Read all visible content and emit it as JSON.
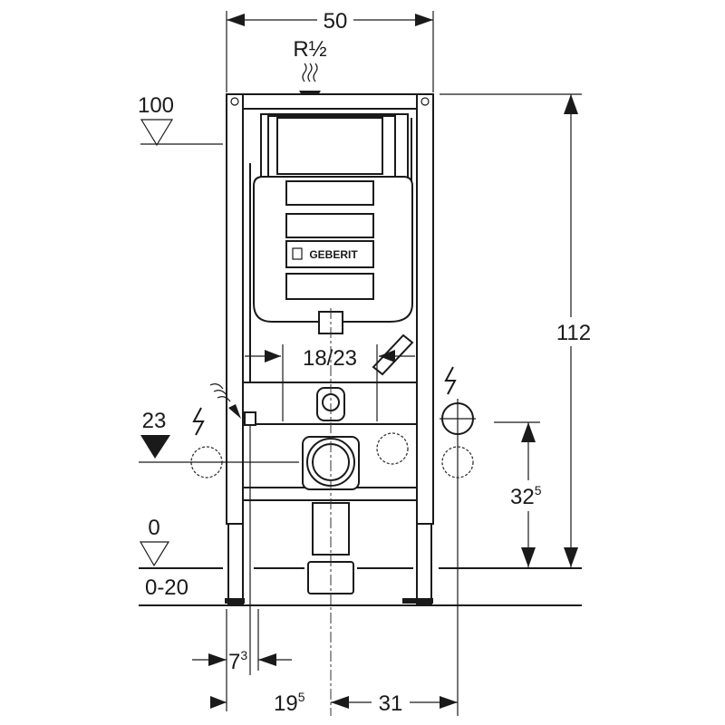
{
  "title": "Geberit installation frame dimension drawing",
  "brand_logo": "GEBERIT",
  "dimensions": {
    "width": "50",
    "connection": "R½",
    "height_mark_top": "100",
    "total_height": "112",
    "actuator_range": "18/23",
    "height_mark_mid": "23",
    "supply_height_base": "32",
    "supply_height_sup": "5",
    "floor_mark": "0",
    "floor_range": "0-20",
    "offset_a_base": "7",
    "offset_a_sup": "3",
    "offset_b_base": "19",
    "offset_b_sup": "5",
    "offset_c": "31"
  },
  "colors": {
    "line": "#1a1a1a",
    "background": "#ffffff"
  }
}
